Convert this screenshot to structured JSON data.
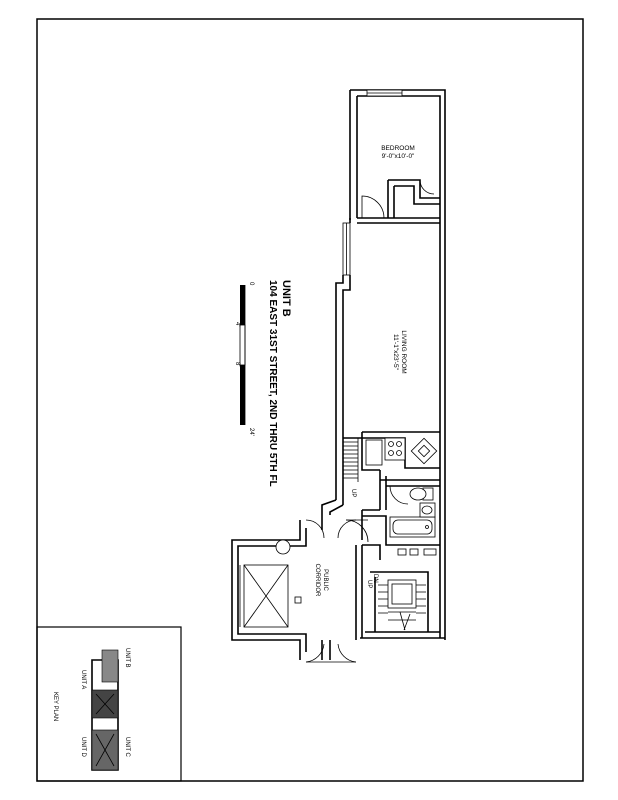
{
  "plan": {
    "unit_title": "UNIT B",
    "address": "104 EAST 31ST STREET, 2ND THRU 5TH FL",
    "scale_ticks": [
      "0",
      "4'",
      "8'",
      "24'"
    ],
    "rooms": {
      "bedroom_name": "BEDROOM",
      "bedroom_dims": "9'-0\"x10'-0\"",
      "living_name": "LIVING ROOM",
      "living_dims": "11'-1\"x23'-5\"",
      "corridor_line1": "PUBLIC",
      "corridor_line2": "CORRIDOR",
      "stair_up": "UP",
      "stair2_up": "UP",
      "stair2_dn": "DN"
    }
  },
  "key_plan": {
    "title": "KEY PLAN",
    "unit_a": "UNIT A",
    "unit_b": "UNIT B",
    "unit_c": "UNIT C",
    "unit_d": "UNIT D"
  }
}
